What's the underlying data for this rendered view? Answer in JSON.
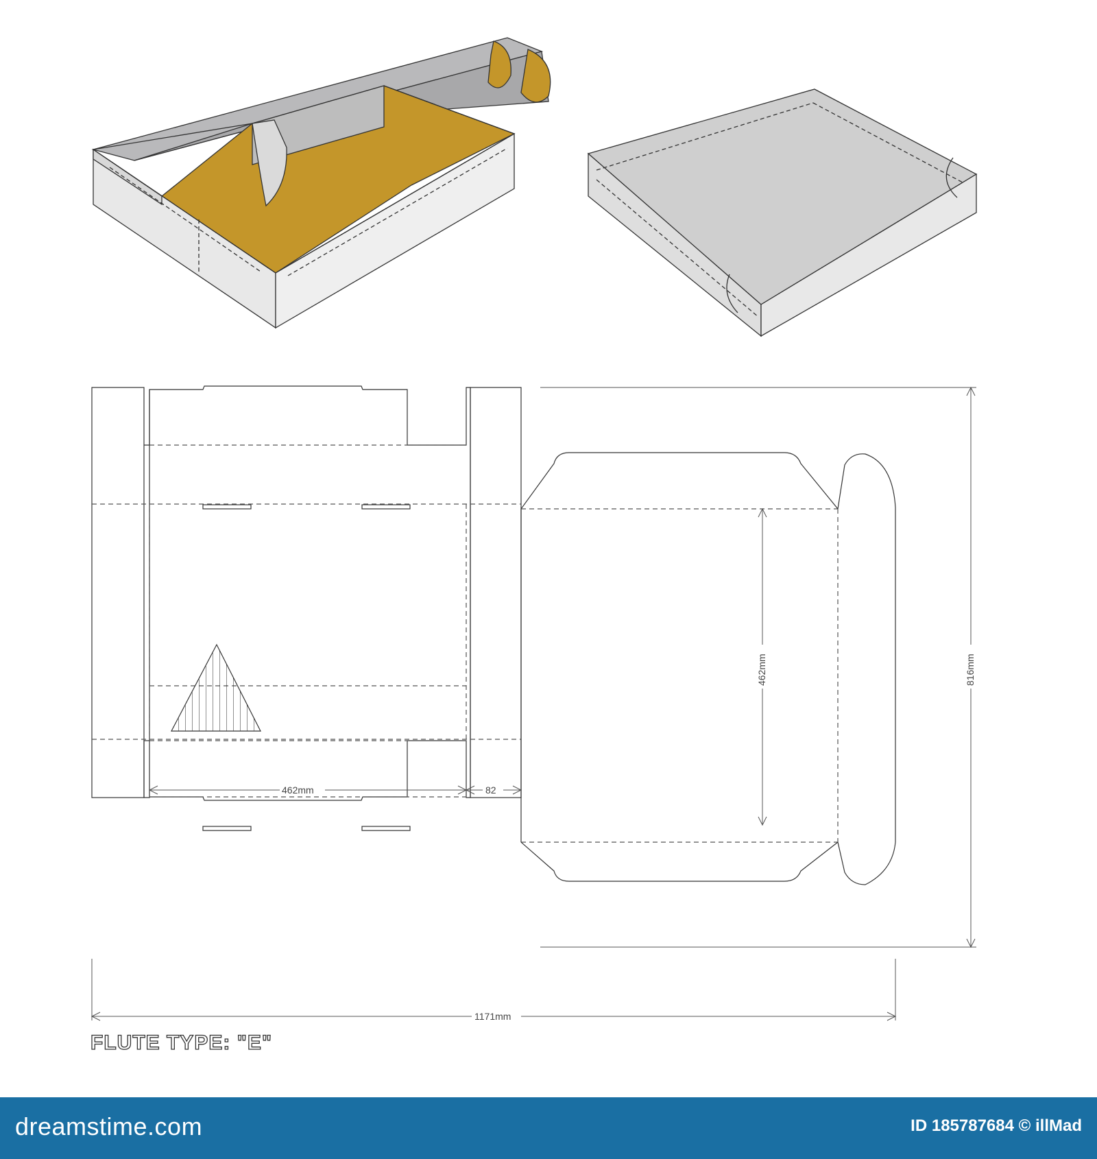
{
  "dimensions": {
    "inner_width": "462mm",
    "side_depth": "82",
    "inner_height": "462mm",
    "total_height": "816mm",
    "total_width": "1171mm"
  },
  "flute_label": "FLUTE TYPE: \"E\"",
  "footer": {
    "brand": "dreamstime.com",
    "image_id": "ID 185787684 © illMad"
  },
  "colors": {
    "box_interior": "#c4962a",
    "box_panel": "#d0d0d0",
    "line": "#333333",
    "footer_bg": "#1a6fa3"
  }
}
